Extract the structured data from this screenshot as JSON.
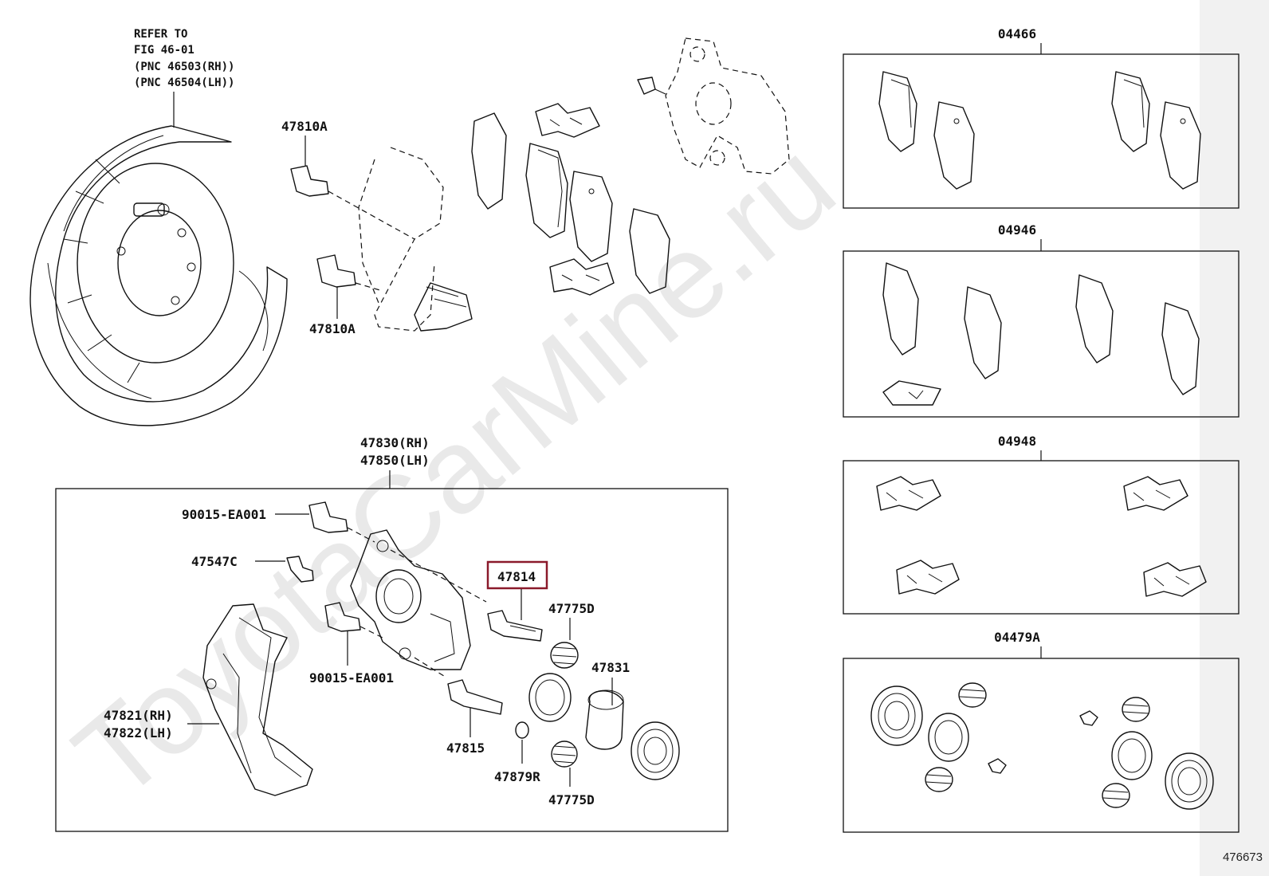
{
  "watermark": "ToyotaCarMine.ru",
  "reference_note": {
    "lines": [
      "REFER TO",
      "FIG 46-01",
      "(PNC 46503(RH))",
      "(PNC 46504(LH))"
    ]
  },
  "labels": {
    "bolt_upper": "47810A",
    "bolt_lower": "47810A",
    "caliper_assy_rh": "47830(RH)",
    "caliper_assy_lh": "47850(LH)",
    "bolt_caliper_top": "90015-EA001",
    "bleeder": "47547C",
    "slide_pin_highlighted": "47814",
    "boot_upper": "47775D",
    "bolt_caliper_mid": "90015-EA001",
    "piston": "47831",
    "mounting_rh": "47821(RH)",
    "mounting_lh": "47822(LH)",
    "slide_pin_lower": "47815",
    "bushing": "47879R",
    "boot_lower": "47775D"
  },
  "kits": [
    {
      "code": "04466"
    },
    {
      "code": "04946"
    },
    {
      "code": "04948"
    },
    {
      "code": "04479A"
    }
  ],
  "highlight_color": "#8b1a2b",
  "footer_code": "476673"
}
